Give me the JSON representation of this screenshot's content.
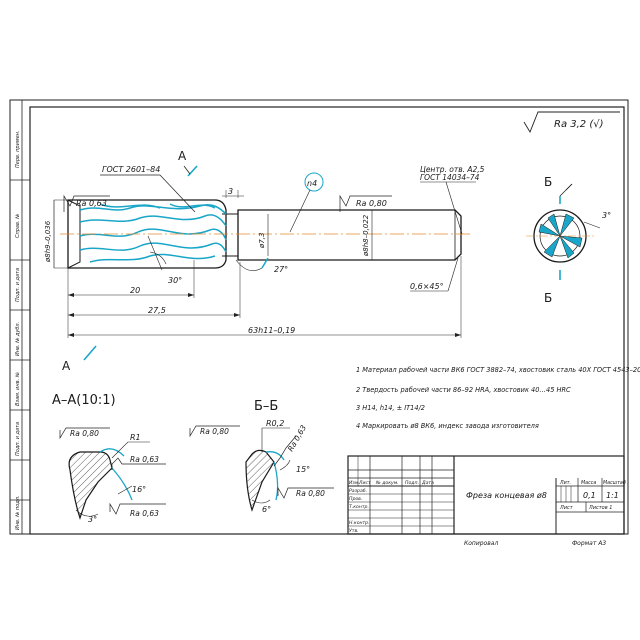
{
  "roughness_general": "Ra 3,2 (√)",
  "section_label_a": "A",
  "section_label_b": "Б",
  "view_aa_title": "А–А(10:1)",
  "view_bb_title": "Б–Б",
  "dim_labels": {
    "gost_2601": "ГОСТ 2601–84",
    "ra_063": "Ra 0,63",
    "ra_080": "Ra 0,80",
    "d_left": "ø8h9–0,036",
    "d_right": "ø8h8–0,022",
    "d73": "ø7,3",
    "dim_3": "3",
    "angle_27": "27°",
    "angle_30": "30°",
    "len_20": "20",
    "len_275": "27,5",
    "len_63": "63h11–0,19",
    "chamfer": "0,6×45°",
    "center": "Центр. отв. А2,5",
    "center_gost": "ГОСТ 14034–74",
    "bubble": "n4",
    "angle_3": "3°"
  },
  "aa_labels": {
    "ra_080": "Ra 0,80",
    "r1": "R1",
    "ra_063_top": "Ra 0,63",
    "angle_16": "16°",
    "angle_3": "3°",
    "ra_063_bottom": "Ra 0,63"
  },
  "bb_labels": {
    "ra_080": "Ra 0,80",
    "r02": "R0,2",
    "ra_063": "Ra 0,63",
    "angle_15": "15°",
    "ra_080_b": "Ra 0,80",
    "angle_6": "6°"
  },
  "notes": [
    "1 Материал рабочей части ВК6 ГОСТ 3882–74, хвостовик сталь 40Х ГОСТ 4543–2016",
    "2 Твердость рабочей части 86–92 HRA, хвостовик 40…45 HRC",
    "3 H14, h14, ± IT14/2",
    "4 Маркировать ø8 ВК6, индекс завода изготовителя"
  ],
  "title_block": {
    "name": "Фреза концевая ø8",
    "col_lit": "Лит.",
    "col_mass": "Масса",
    "col_scale": "Масштаб",
    "mass": "0,1",
    "scale": "1:1",
    "sheet": "Лист",
    "sheets": "Листов 1",
    "rows": [
      "Изм.",
      "Лист",
      "№ докум.",
      "Подп.",
      "Дата"
    ],
    "roles": [
      "Разраб.",
      "Пров.",
      "Т.контр.",
      "Н.контр.",
      "Утв."
    ]
  },
  "footer": {
    "copied": "Копировал",
    "format": "Формат А3"
  },
  "side_labels": [
    "Перв. примен.",
    "Справ. №",
    "Подп. и дата",
    "Инв. № дубл.",
    "Взам. инв. №",
    "Подп. и дата",
    "Инв. № подл."
  ]
}
